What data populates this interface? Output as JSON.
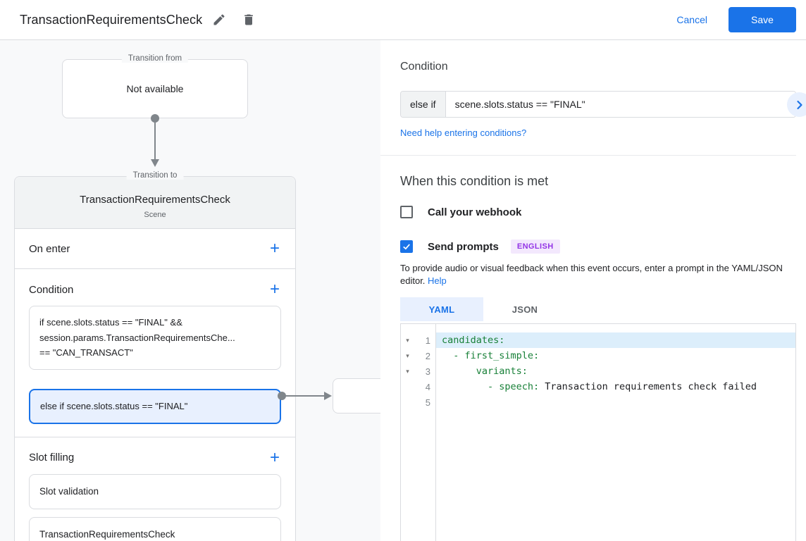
{
  "colors": {
    "accent": "#1a73e8",
    "selected_bg": "#e8f0fe",
    "badge_bg": "#f3e8fd",
    "badge_text": "#9334e6",
    "code_key_green": "#188038",
    "active_line_bg": "#dceefb"
  },
  "header": {
    "title": "TransactionRequirementsCheck",
    "cancel_label": "Cancel",
    "save_label": "Save"
  },
  "diagram": {
    "transition_from": {
      "label": "Transition from",
      "value": "Not available"
    },
    "scene": {
      "label": "Transition to",
      "name": "TransactionRequirementsCheck",
      "type": "Scene",
      "on_enter": {
        "label": "On enter",
        "add_label": "+"
      },
      "condition": {
        "label": "Condition",
        "add_label": "+",
        "item1_line1": "if scene.slots.status == \"FINAL\" &&",
        "item1_line2": "session.params.TransactionRequirementsChe...",
        "item1_line3": "== \"CAN_TRANSACT\"",
        "item2_text": "else if scene.slots.status == \"FINAL\"",
        "item2_selected": true
      },
      "slot_filling": {
        "label": "Slot filling",
        "add_label": "+",
        "item1": "Slot validation",
        "item2": "TransactionRequirementsCheck"
      }
    }
  },
  "panel": {
    "condition": {
      "title": "Condition",
      "prefix": "else if",
      "expression": "scene.slots.status == \"FINAL\"",
      "help_link": "Need help entering conditions?"
    },
    "when_met": {
      "title": "When this condition is met",
      "webhook_label": "Call your webhook",
      "webhook_checked": false,
      "prompts_label": "Send prompts",
      "prompts_checked": true,
      "language_badge": "ENGLISH",
      "description": "To provide audio or visual feedback when this event occurs, enter a prompt in the YAML/JSON editor. ",
      "help_label": "Help"
    },
    "editor": {
      "yaml_tab": "YAML",
      "json_tab": "JSON",
      "active_tab": "YAML",
      "lines": [
        {
          "num": "1",
          "fold": "▾",
          "green": "candidates:",
          "plain": ""
        },
        {
          "num": "2",
          "fold": "▾",
          "green": "  - first_simple:",
          "plain": ""
        },
        {
          "num": "3",
          "fold": "▾",
          "green": "      variants:",
          "plain": ""
        },
        {
          "num": "4",
          "fold": "",
          "green": "        - speech:",
          "plain": " Transaction requirements check failed"
        },
        {
          "num": "5",
          "fold": "",
          "green": "",
          "plain": ""
        }
      ]
    }
  }
}
